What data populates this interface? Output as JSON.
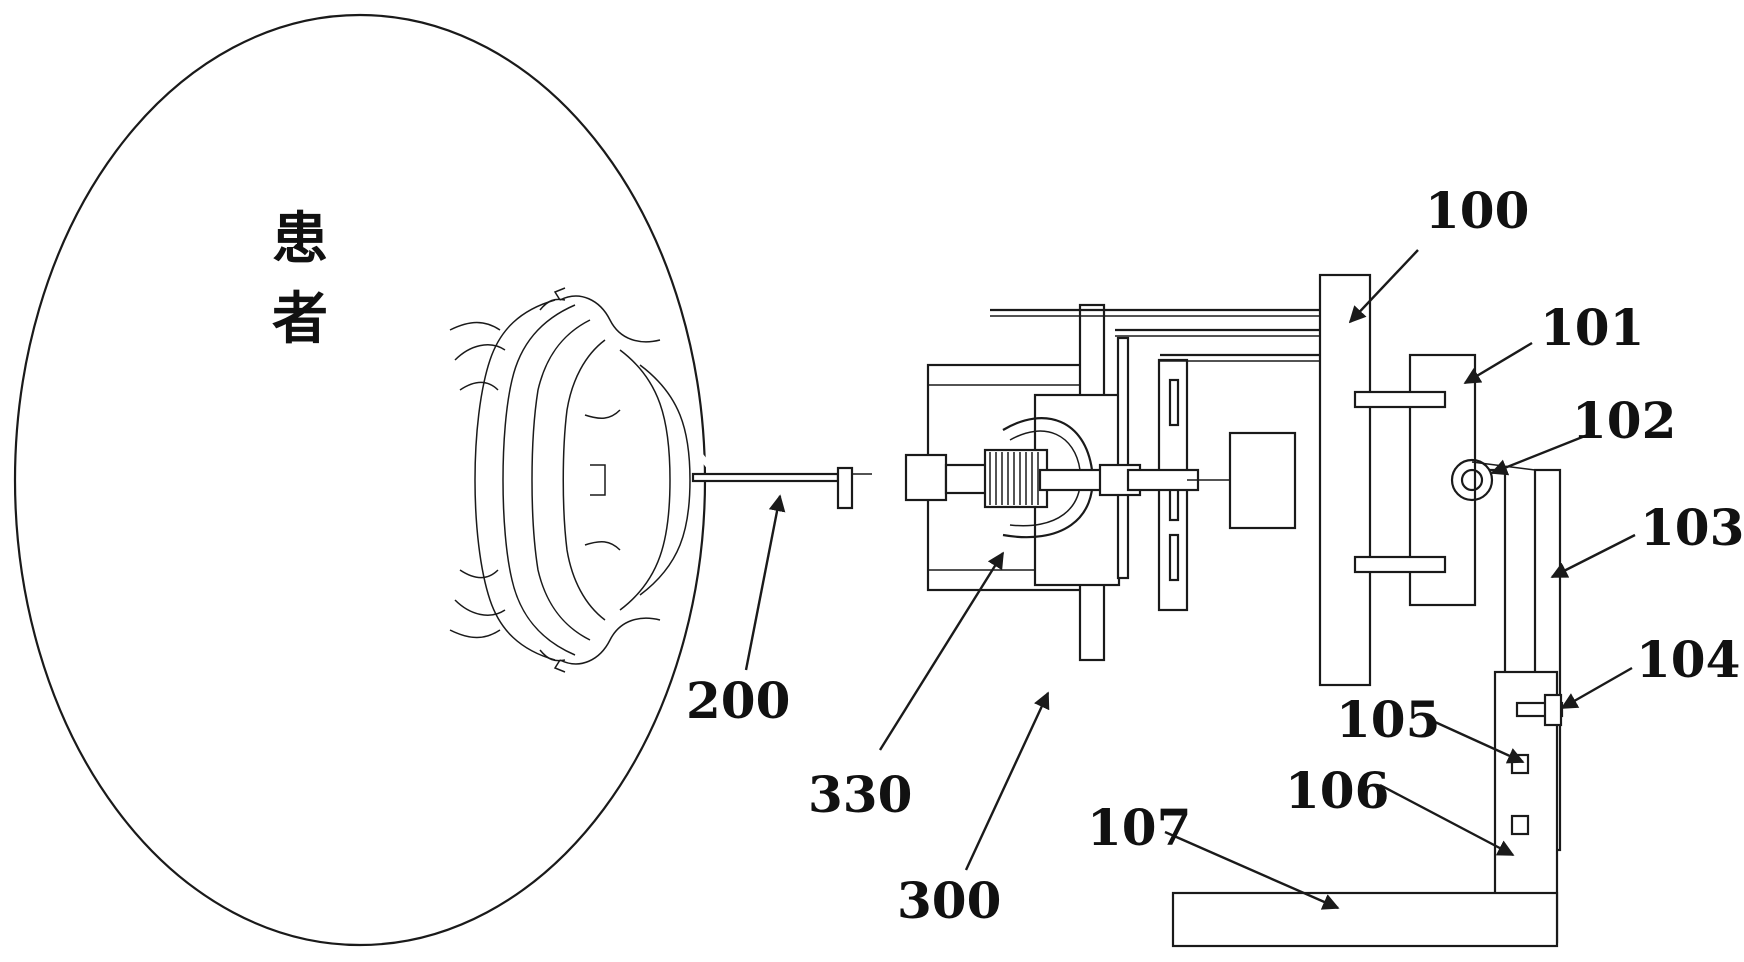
{
  "patient_label": [
    "患",
    "者"
  ],
  "labels": {
    "l100": "100",
    "l101": "101",
    "l102": "102",
    "l103": "103",
    "l104": "104",
    "l105": "105",
    "l106": "106",
    "l107": "107",
    "l200": "200",
    "l300": "300",
    "l330": "330"
  },
  "colors": {
    "line": "#1a1a1a",
    "background": "#ffffff"
  }
}
